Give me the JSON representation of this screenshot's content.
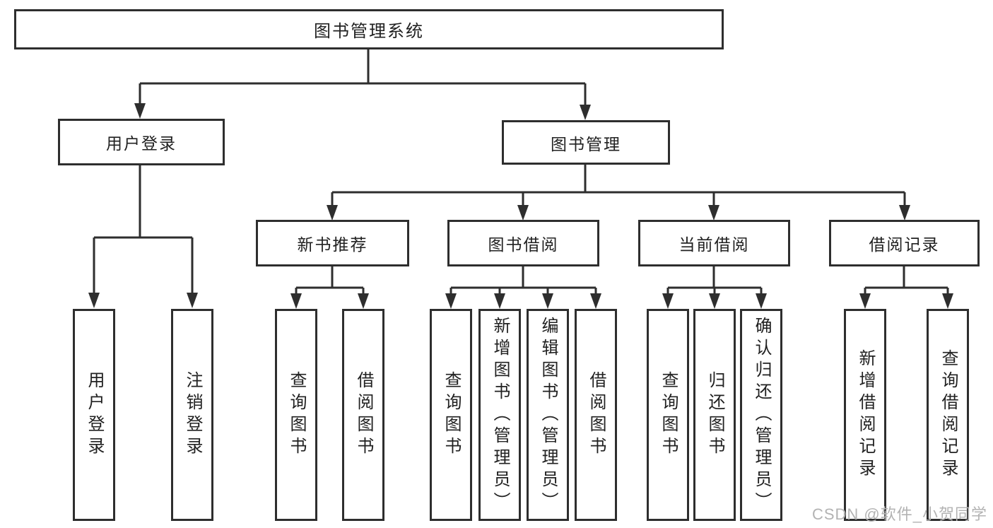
{
  "diagram": {
    "root": {
      "label": "图书管理系统"
    },
    "user_branch": {
      "label": "用户登录",
      "children": [
        {
          "label": "用户登录"
        },
        {
          "label": "注销登录"
        }
      ]
    },
    "book_branch": {
      "label": "图书管理",
      "groups": [
        {
          "label": "新书推荐",
          "children": [
            {
              "label": "查询图书"
            },
            {
              "label": "借阅图书"
            }
          ]
        },
        {
          "label": "图书借阅",
          "children": [
            {
              "label": "查询图书"
            },
            {
              "label": "新增图书（管理员）"
            },
            {
              "label": "编辑图书（管理员）"
            },
            {
              "label": "借阅图书"
            }
          ]
        },
        {
          "label": "当前借阅",
          "children": [
            {
              "label": "查询图书"
            },
            {
              "label": "归还图书"
            },
            {
              "label": "确认归还（管理员）"
            }
          ]
        },
        {
          "label": "借阅记录",
          "children": [
            {
              "label": "新增借阅记录"
            },
            {
              "label": "查询借阅记录"
            }
          ]
        }
      ]
    },
    "watermark": {
      "text": "CSDN @软件_小贺同学"
    },
    "colors": {
      "line": "#2e2e2e",
      "text": "#212121",
      "watermark": "#b3b3b3",
      "background": "#ffffff"
    }
  }
}
